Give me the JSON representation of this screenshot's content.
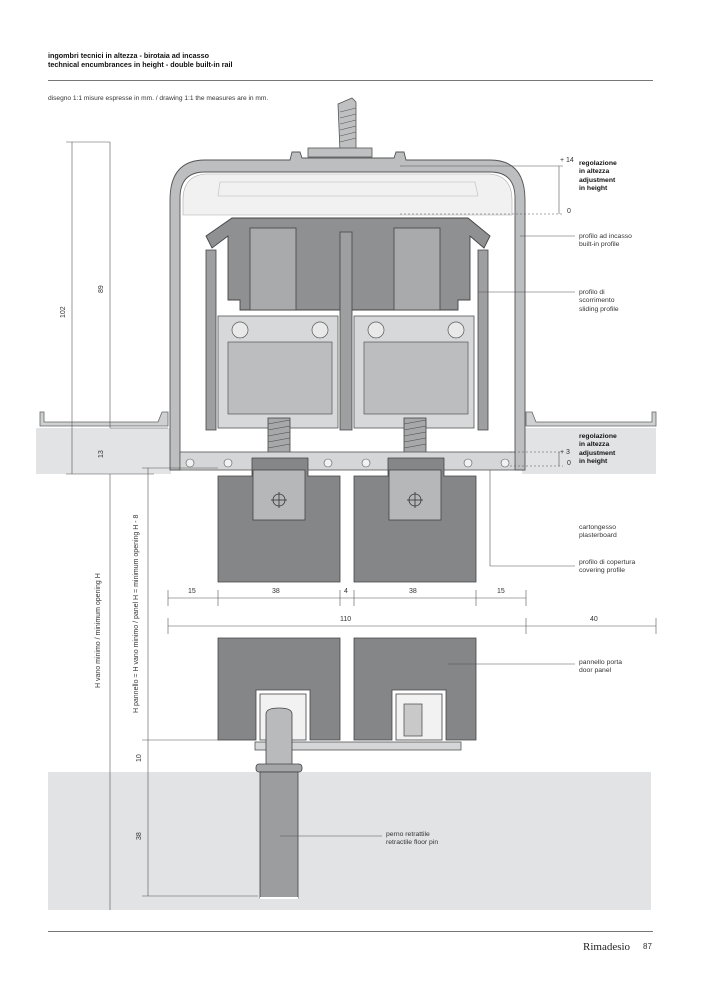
{
  "header": {
    "title_it": "ingombri tecnici in altezza - birotaia ad incasso",
    "title_en": "technical encumbrances in height - double built-in rail"
  },
  "note": "disegno 1:1 misure espresse in mm. / drawing 1:1 the measures are in mm.",
  "labels": {
    "regulation_top": [
      "regolazione",
      "in altezza",
      "adjustment",
      "in height"
    ],
    "builtin_profile": [
      "profilo ad incasso",
      "built-in profile"
    ],
    "sliding_profile": [
      "profilo di",
      "scorrimento",
      "sliding profile"
    ],
    "regulation_bottom": [
      "regolazione",
      "in altezza",
      "adjustment",
      "in height"
    ],
    "plasterboard": [
      "cartongesso",
      "plasterboard"
    ],
    "covering_profile": [
      "profilo di copertura",
      "covering profile"
    ],
    "door_panel": [
      "pannello porta",
      "door panel"
    ],
    "floor_pin": [
      "perno retrattile",
      "retractile floor pin"
    ]
  },
  "dimensions": {
    "d102": "102",
    "d89": "89",
    "d13": "13",
    "d10": "10",
    "d38v": "38",
    "plus14": "+ 14",
    "zero_top": "0",
    "plus3": "+ 3",
    "zero_bottom": "0",
    "w15a": "15",
    "w38a": "38",
    "w4": "4",
    "w38b": "38",
    "w15b": "15",
    "w110": "110",
    "w40": "40",
    "h_min": "H vano minimo / minimum opening H",
    "h_panel": "H pannello = H vano minimo / panel H = minimum opening H - 8"
  },
  "footer": {
    "brand": "Rimadesio",
    "page": "87"
  }
}
